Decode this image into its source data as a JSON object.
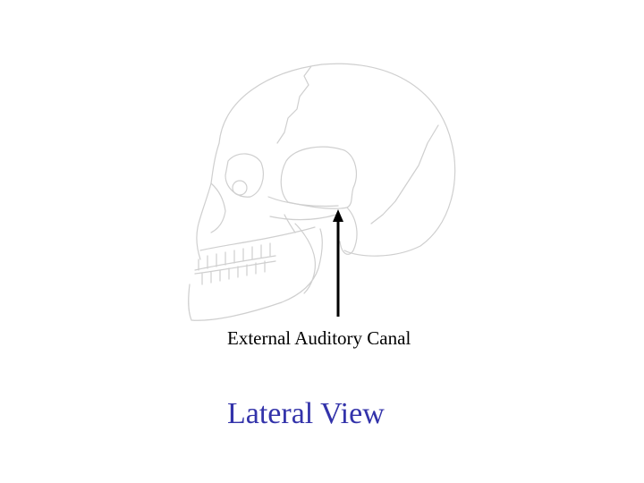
{
  "annotation": {
    "label": "External Auditory Canal",
    "pointer": "arrow-up"
  },
  "slide": {
    "title": "Lateral View",
    "title_color": "#3333aa"
  },
  "illustration": {
    "subject": "skull, lateral view",
    "line_color": "#cfcfcf"
  }
}
